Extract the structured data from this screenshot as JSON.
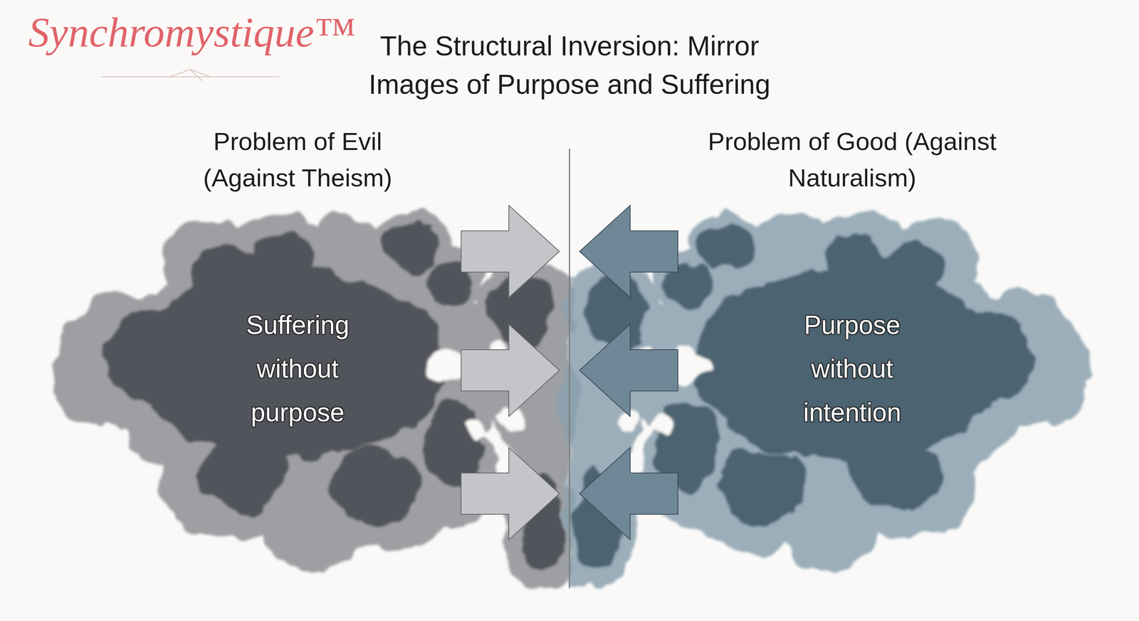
{
  "diagram": {
    "title": "The Structural Inversion: Mirror Images of Purpose and Suffering",
    "nodes": [
      {
        "text": [
          "Problem of Evil (Against Theism)",
          "Suffering without purpose"
        ]
      },
      {
        "text": [
          "Problem of Good (Against Naturalism)",
          "Purpose without intention"
        ]
      }
    ],
    "labels": [
      "Synchromystique™"
    ]
  }
}
